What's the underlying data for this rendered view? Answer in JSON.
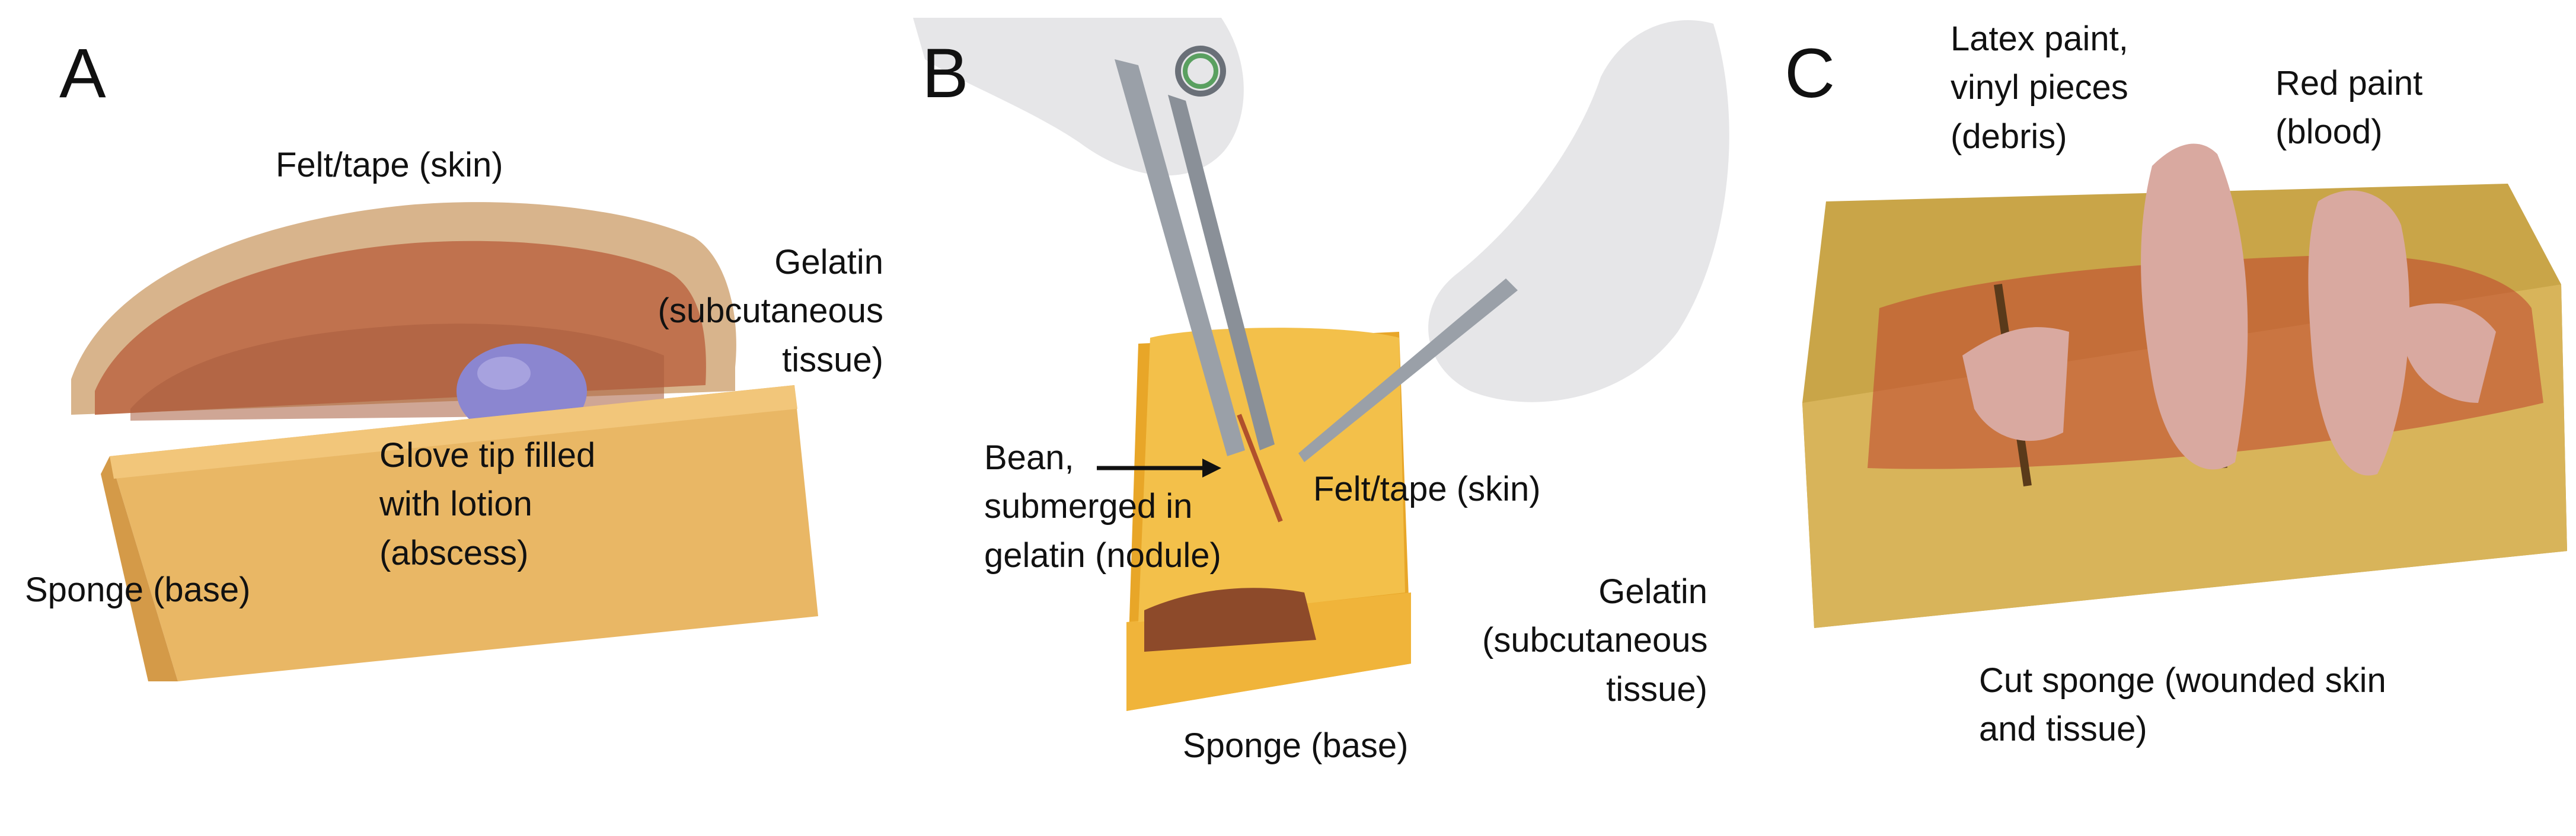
{
  "panels": [
    {
      "letter": "A",
      "labels": {
        "skin": "Felt/tape (skin)",
        "gelatin": [
          "Gelatin",
          "(subcutaneous",
          "tissue)"
        ],
        "abscess": [
          "Glove tip filled",
          "with lotion",
          "(abscess)"
        ],
        "base": "Sponge (base)"
      }
    },
    {
      "letter": "B",
      "labels": {
        "nodule": [
          "Bean,",
          "submerged in",
          "gelatin (nodule)"
        ],
        "skin": "Felt/tape (skin)",
        "gelatin": [
          "Gelatin",
          "(subcutaneous",
          "tissue)"
        ],
        "base": "Sponge (base)"
      }
    },
    {
      "letter": "C",
      "labels": {
        "debris": [
          "Latex paint,",
          "vinyl pieces",
          "(debris)"
        ],
        "blood": [
          "Red paint",
          "(blood)"
        ],
        "wound": [
          "Cut sponge (wounded skin",
          "and tissue)"
        ]
      }
    }
  ],
  "colors": {
    "sponge": "#e9b765",
    "sponge_shadow": "#d49a48",
    "gelatin": "#c0724e",
    "felt": "#d8b48c",
    "lotion": "#8b86d0",
    "glove": "#e8e8ea",
    "wound_sponge": "#c9a548",
    "blood": "#c0422e",
    "latex": "#d9a9a0"
  }
}
